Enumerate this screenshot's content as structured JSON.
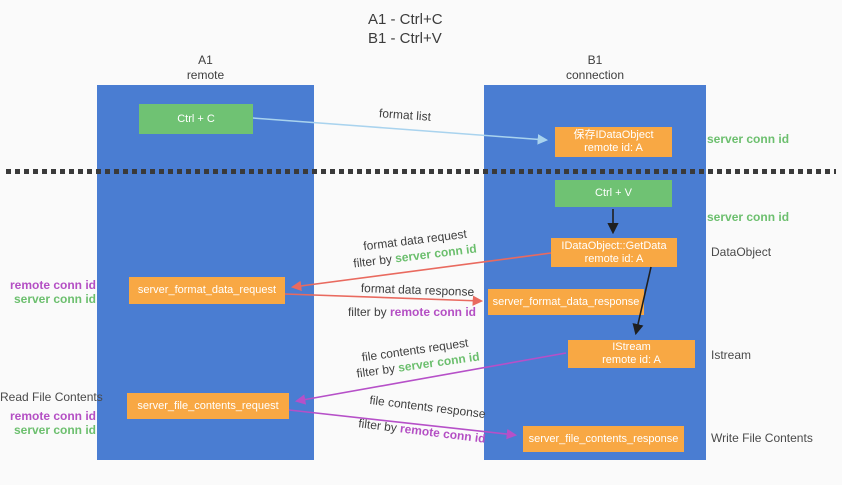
{
  "title": {
    "line1": "A1 - Ctrl+C",
    "line2": "B1 - Ctrl+V"
  },
  "columns": {
    "a": {
      "id": "A1",
      "role": "remote"
    },
    "b": {
      "id": "B1",
      "role": "connection"
    }
  },
  "nodes": {
    "ctrl_c": {
      "label": "Ctrl + C"
    },
    "save_idataobject": {
      "line1": "保存IDataObject",
      "line2": "remote id: A"
    },
    "ctrl_v": {
      "label": "Ctrl + V"
    },
    "getdata": {
      "line1": "IDataObject::GetData",
      "line2": "remote id: A"
    },
    "format_request": {
      "label": "server_format_data_request"
    },
    "format_response": {
      "label": "server_format_data_response"
    },
    "istream": {
      "line1": "IStream",
      "line2": "remote id: A"
    },
    "file_request": {
      "label": "server_file_contents_request"
    },
    "file_response": {
      "label": "server_file_contents_response"
    }
  },
  "flow_labels": {
    "format_list": "format list",
    "format_data_request": "format data request",
    "format_data_response": "format data response",
    "file_contents_request": "file contents request",
    "file_contents_response": "file contents response",
    "filter_by": "filter by",
    "server_conn_id": "server conn id",
    "remote_conn_id": "remote conn id"
  },
  "side_labels": {
    "server_conn_id_top": "server conn id",
    "server_conn_id_mid": "server conn id",
    "dataobject": "DataObject",
    "istream": "Istream",
    "write_file_contents": "Write File Contents",
    "read_file_contents": "Read File Contents",
    "remote_conn_id": "remote conn id",
    "server_conn_id": "server conn id"
  },
  "colors": {
    "column_blue": "#4a7dd2",
    "node_green": "#6fc273",
    "node_orange": "#f8a844",
    "arrow_light_blue": "#a9d3ee",
    "arrow_red": "#e96a5f",
    "arrow_purple": "#b650c8",
    "arrow_black": "#1f1f1f",
    "text_green": "#6cbf6e",
    "text_purple": "#b44fc4"
  }
}
